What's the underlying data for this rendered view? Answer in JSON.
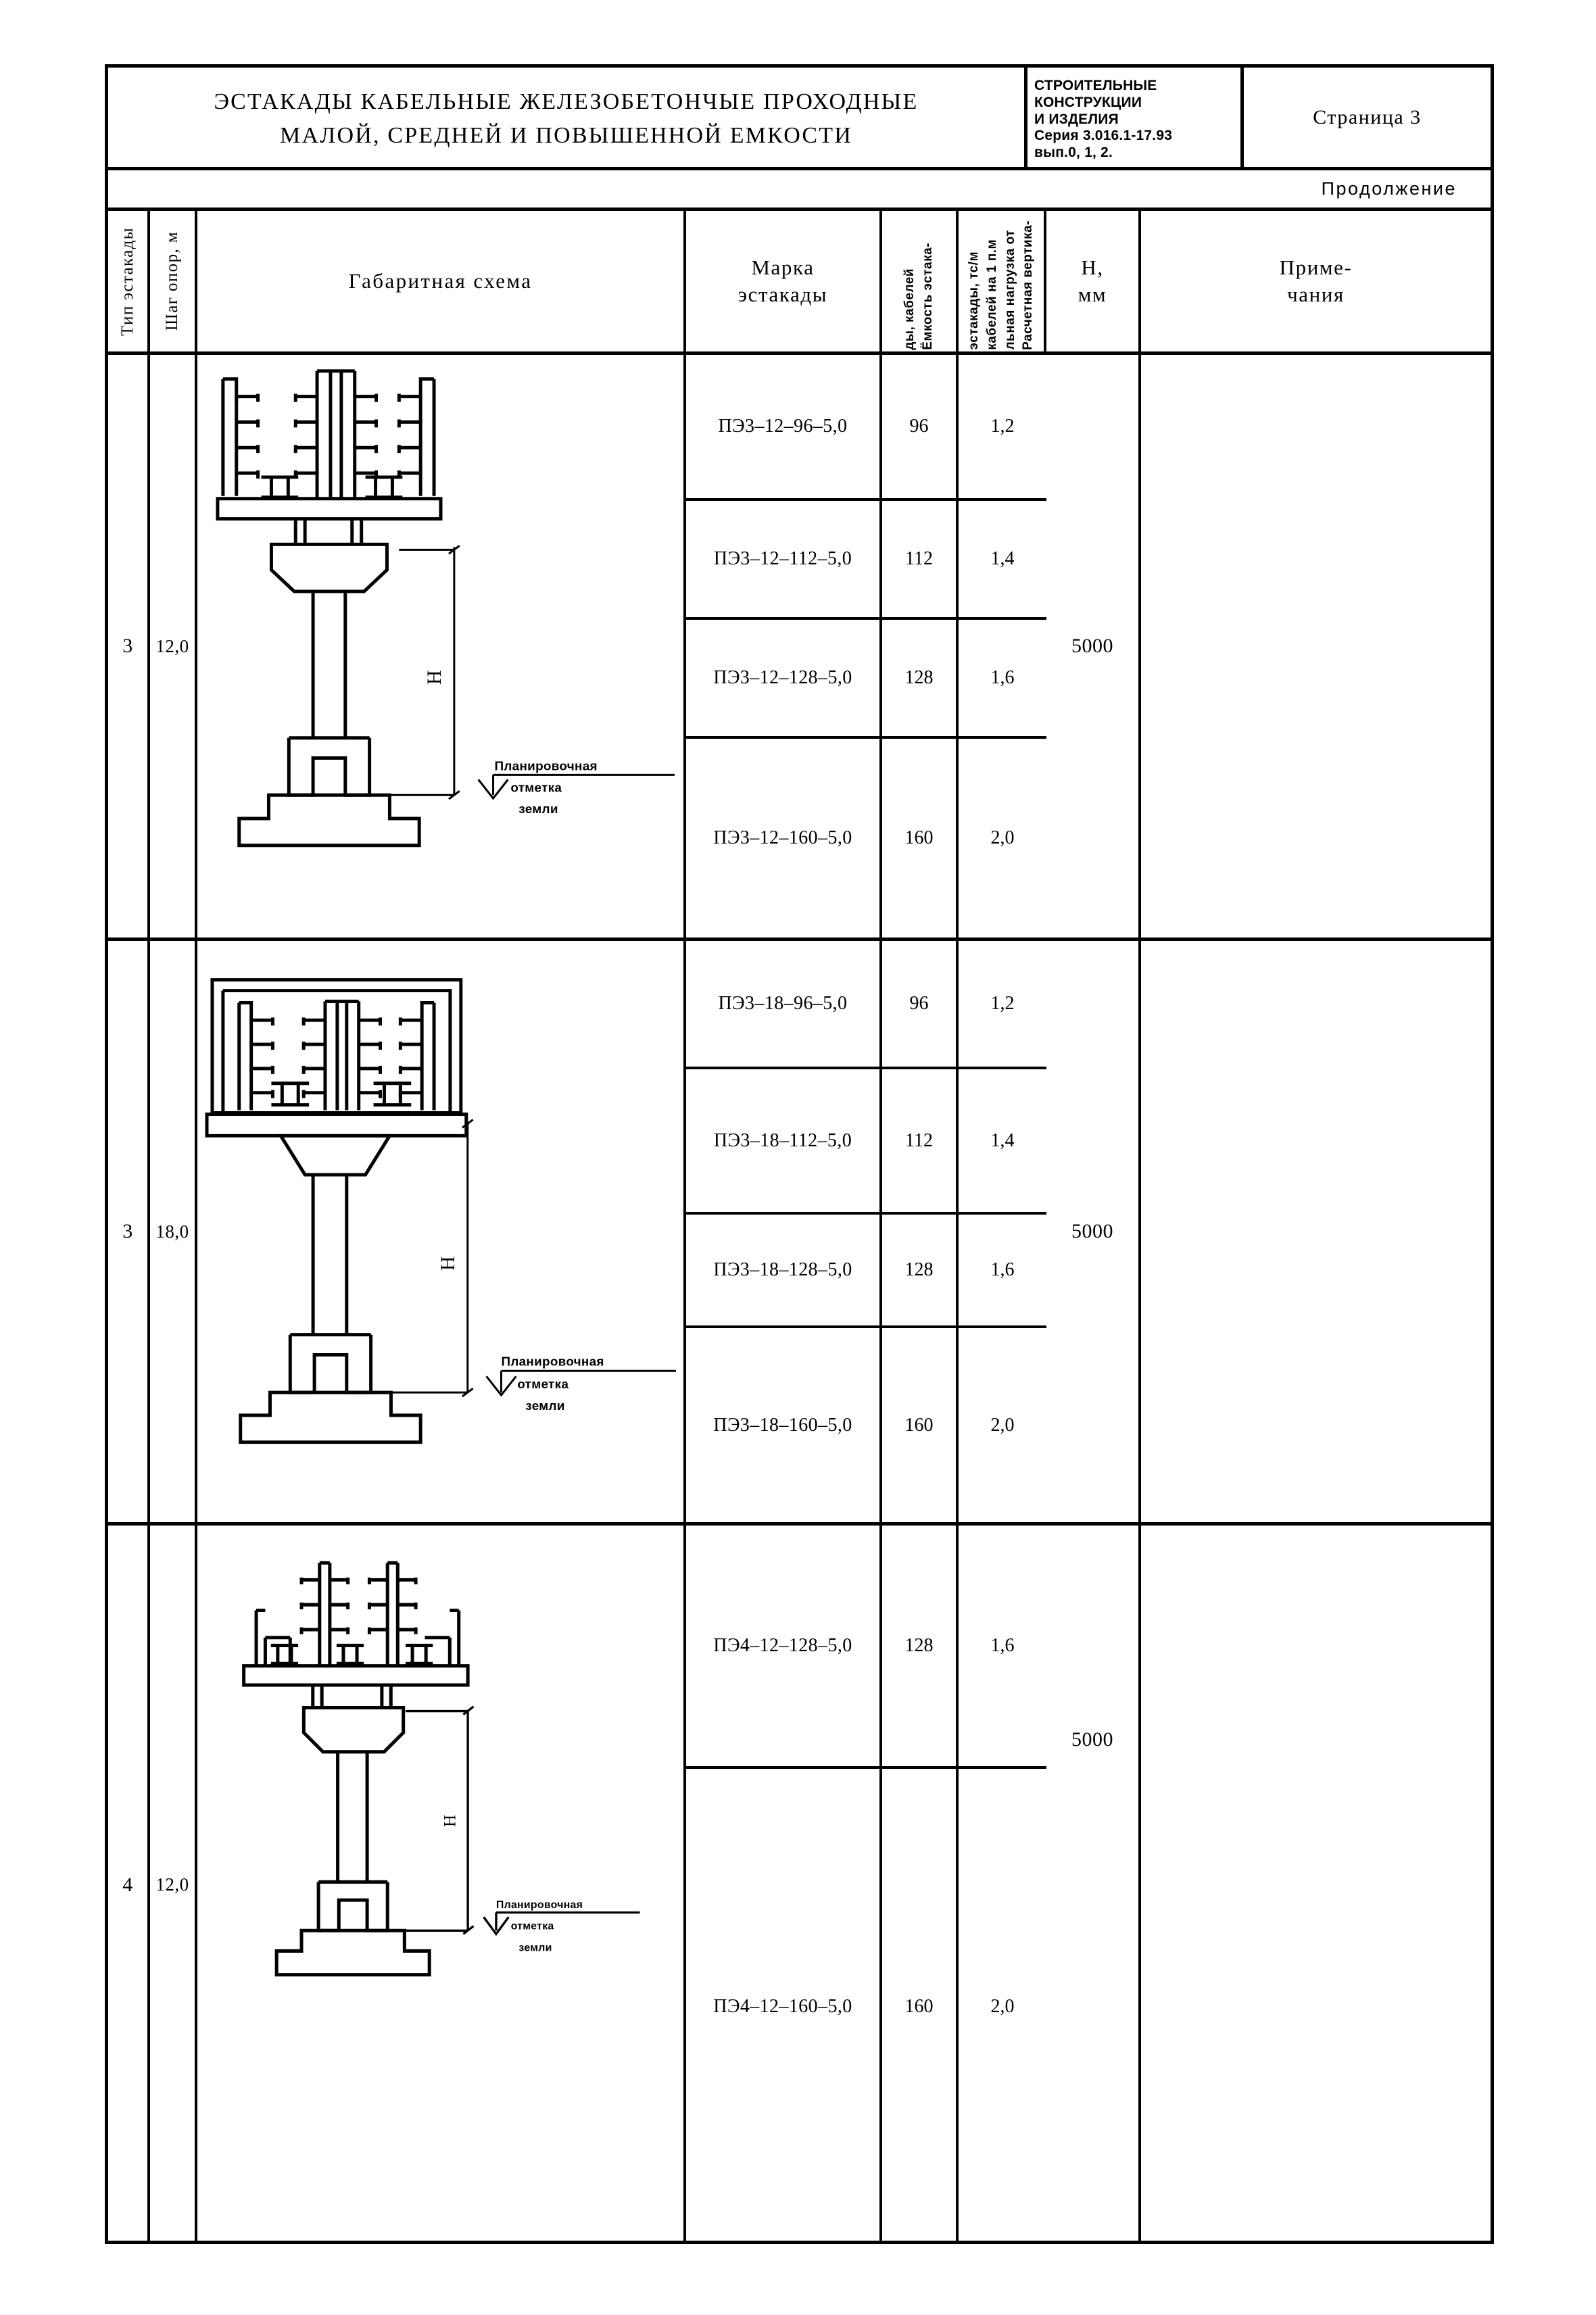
{
  "titleblock": {
    "title_line1": "ЭСТАКАДЫ КАБЕЛЬНЫЕ ЖЕЛЕЗОБЕТОНЧЫЕ ПРОХОДНЫЕ",
    "title_line2": "МАЛОЙ, СРЕДНЕЙ И ПОВЫШЕННОЙ ЕМКОСТИ",
    "series": {
      "line1": "СТРОИТЕЛЬНЫЕ",
      "line2": "КОНСТРУКЦИИ",
      "line3": "И ИЗДЕЛИЯ",
      "line4": "Серия 3.016.1-17.93",
      "line5": "вып.0, 1, 2."
    },
    "page_label": "Страница 3"
  },
  "continuation": "Продолжение",
  "table": {
    "headers": {
      "type": "Тип эстакады",
      "step": "Шаг опор, м",
      "scheme": "Габаритная схема",
      "mark": "Марка\nэстакады",
      "capacity_line1": "Ёмкость эстака-",
      "capacity_line2": "ды, кабелей",
      "load_line1": "Расчетная вертика-",
      "load_line2": "льная нагрузка от",
      "load_line3": "кабелей на 1 п.м",
      "load_line4": "эстакады, тс/м",
      "h_line1": "Н,",
      "h_line2": "мм",
      "notes_line1": "Приме-",
      "notes_line2": "чания"
    },
    "groups": [
      {
        "type": "3",
        "step": "12,0",
        "h": "5000",
        "note": "",
        "scheme_labels": {
          "h": "Н",
          "ground_line1": "Планировочная",
          "ground_line2": "отметка",
          "ground_line3": "земли"
        },
        "scheme_variant": "open-rail",
        "rows": [
          {
            "mark": "ПЭ3–12–96–5,0",
            "capacity": "96",
            "load": "1,2"
          },
          {
            "mark": "ПЭ3–12–112–5,0",
            "capacity": "112",
            "load": "1,4"
          },
          {
            "mark": "ПЭ3–12–128–5,0",
            "capacity": "128",
            "load": "1,6"
          },
          {
            "mark": "ПЭ3–12–160–5,0",
            "capacity": "160",
            "load": "2,0"
          }
        ]
      },
      {
        "type": "3",
        "step": "18,0",
        "h": "5000",
        "note": "",
        "scheme_labels": {
          "h": "Н",
          "ground_line1": "Планировочная",
          "ground_line2": "отметка",
          "ground_line3": "земли"
        },
        "scheme_variant": "boxed-rail",
        "rows": [
          {
            "mark": "ПЭ3–18–96–5,0",
            "capacity": "96",
            "load": "1,2"
          },
          {
            "mark": "ПЭ3–18–112–5,0",
            "capacity": "112",
            "load": "1,4"
          },
          {
            "mark": "ПЭ3–18–128–5,0",
            "capacity": "128",
            "load": "1,6"
          },
          {
            "mark": "ПЭ3–18–160–5,0",
            "capacity": "160",
            "load": "2,0"
          }
        ]
      },
      {
        "type": "4",
        "step": "12,0",
        "h": "5000",
        "note": "",
        "scheme_labels": {
          "h": "Н",
          "ground_line1": "Планировочная",
          "ground_line2": "отметка",
          "ground_line3": "земли"
        },
        "scheme_variant": "flat-rail",
        "rows": [
          {
            "mark": "ПЭ4–12–128–5,0",
            "capacity": "128",
            "load": "1,6"
          },
          {
            "mark": "ПЭ4–12–160–5,0",
            "capacity": "160",
            "load": "2,0"
          }
        ]
      }
    ]
  }
}
